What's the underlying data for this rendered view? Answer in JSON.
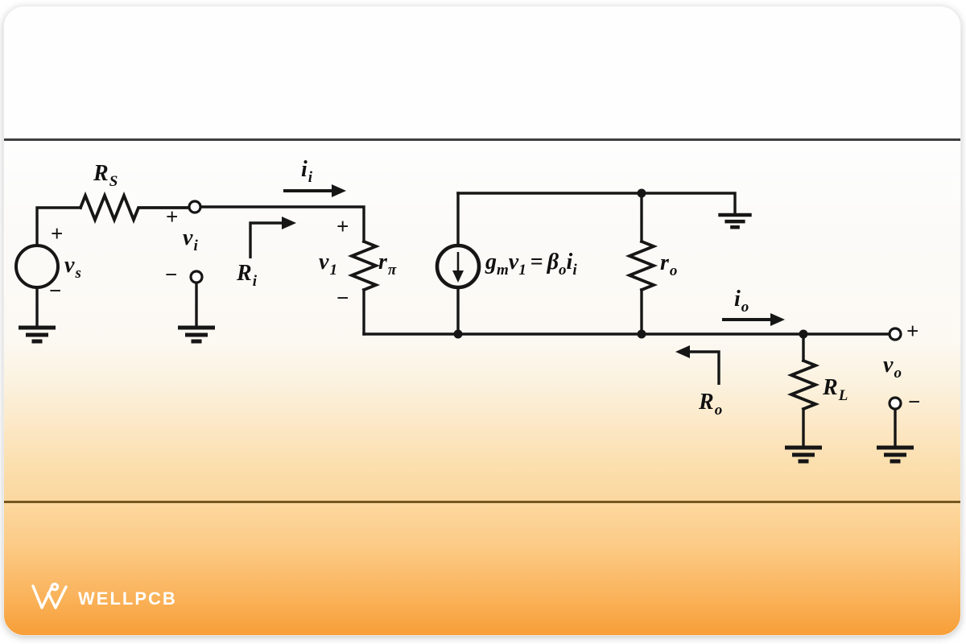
{
  "branding": {
    "logo_text": "WELLPCB"
  },
  "colors": {
    "ink": "#161616",
    "card_background_top": "#fefefe",
    "card_background_bottom": "#f8a13c",
    "cream_band": "#fbd8a0",
    "top_divider": "#3f3f3f",
    "bottom_divider": "#76581e",
    "logo": "#ffffff"
  },
  "circuit": {
    "labels": {
      "rs": {
        "base": "R",
        "sub": "S"
      },
      "vs": {
        "base": "v",
        "sub": "s"
      },
      "vi": {
        "base": "v",
        "sub": "i"
      },
      "ri": {
        "base": "R",
        "sub": "i"
      },
      "ii": {
        "base": "i",
        "sub": "i"
      },
      "v1": {
        "base": "v",
        "sub": "1"
      },
      "rpi": {
        "base": "r",
        "sub": "π"
      },
      "ro_internal": {
        "base": "r",
        "sub": "o"
      },
      "io": {
        "base": "i",
        "sub": "o"
      },
      "ro_output": {
        "base": "R",
        "sub": "o"
      },
      "rl": {
        "base": "R",
        "sub": "L"
      },
      "vo": {
        "base": "v",
        "sub": "o"
      },
      "plus": "+",
      "minus": "−"
    },
    "equation": {
      "g": "g",
      "g_sub": "m",
      "v": "v",
      "v_sub": "1",
      "equals": "=",
      "beta": "β",
      "beta_sub": "o",
      "i": "i",
      "i_sub": "i"
    }
  }
}
